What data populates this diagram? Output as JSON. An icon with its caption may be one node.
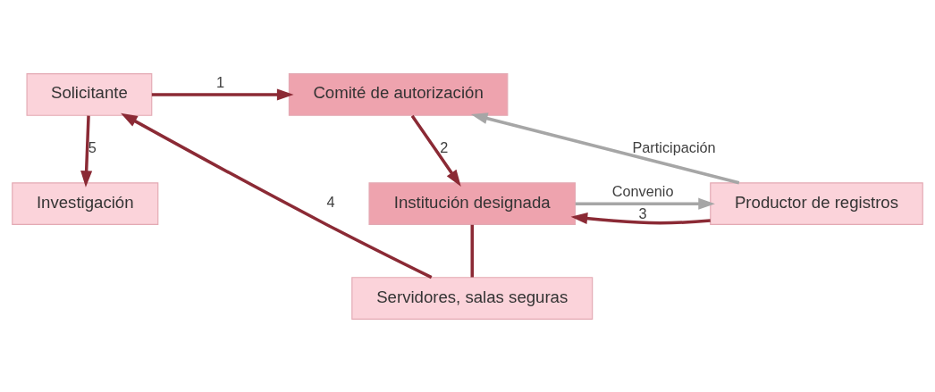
{
  "diagram": {
    "nodes": [
      {
        "text": [
          "Solicitante"
        ]
      },
      {
        "text": [
          "Comité de autorización"
        ]
      },
      {
        "text": [
          "Institución designada"
        ]
      },
      {
        "text": [
          "Productor de registros"
        ]
      },
      {
        "text": [
          "Investigación"
        ]
      },
      {
        "text": [
          "Servidores, salas seguras"
        ]
      }
    ],
    "edges": [
      {
        "from": 0,
        "to": 1,
        "arrow": "to",
        "label": "1"
      },
      {
        "from": 1,
        "to": 2,
        "arrow": "to",
        "label": "2"
      },
      {
        "from": 3,
        "to": 2,
        "arrow": "to",
        "label": "3"
      },
      {
        "from": 5,
        "to": 0,
        "arrow": "to",
        "label": "4"
      },
      {
        "from": 0,
        "to": 4,
        "arrow": "to",
        "label": "5"
      },
      {
        "from": 2,
        "to": 3,
        "arrow": "to",
        "label": "Convenio",
        "color": "#a6a6a6"
      },
      {
        "from": 3,
        "to": 1,
        "arrow": "to",
        "label": "Participación",
        "color": "#a6a6a6"
      },
      {
        "from": 2,
        "to": 5,
        "arrow": "none"
      }
    ]
  }
}
